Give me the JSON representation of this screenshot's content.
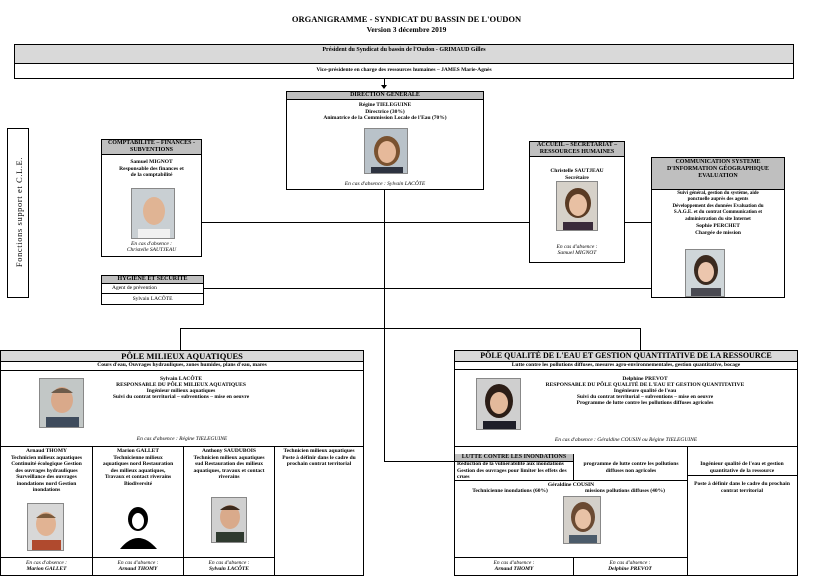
{
  "title": "ORGANIGRAMME -  SYNDICAT DU BASSIN DE L'OUDON",
  "version": "Version 3 décembre 2019",
  "president": "Président du Syndicat du bassin de l'Oudon - GRIMAUD Gilles",
  "vice_president": "Vice-présidente en charge des ressources humaines – JAMES Marie-Agnès",
  "side_label": "Fonctions support et C.L.E.",
  "direction": {
    "header": "DIRECTION GENERALE",
    "name": "Régine TIELEGUINE",
    "role1": "Directrice (30%)",
    "role2": "Animatrice de la Commission Locale de l'Eau (70%)",
    "absence": "En cas d'absence : Sylvain LACÔTE"
  },
  "compta": {
    "header": "COMPTABILITE – FINANCES - SUBVENTIONS",
    "name": "Samuel MIGNOT",
    "role": "Responsable des finances et de la comptabilité",
    "absence_label": "En cas d'absence :",
    "absence_name": "Christelle SAUTJEAU"
  },
  "accueil": {
    "header": "ACCUEIL – SECRETARIAT – RESSOURCES HUMAINES",
    "name": "Christelle SAUTJEAU",
    "role": "Secrétaire",
    "absence_label": "En cas d'absence :",
    "absence_name": "Samuel MIGNOT"
  },
  "communication": {
    "header": "COMMUNICATION SYSTEME D'INFORMATION GÉOGRAPHIQUE EVALUATION",
    "tasks": "Suivi général, gestion du système, aide ponctuelle auprès des agents Développement des données Evaluation du S.A.G.E. et du contrat Communication et administration du site Internet",
    "name": "Sophie PERCHET",
    "role": "Chargée de mission"
  },
  "hygiene": {
    "header": "HYGIENE ET SECURITE",
    "role": "Agent de prévention",
    "name": "Sylvain LACÔTE"
  },
  "pole_milieux": {
    "title": "PÔLE MILIEUX AQUATIQUES",
    "subtitle": "Cours d'eau, Ouvrages hydrauliques, zones humides, plans d'eau, mares",
    "name": "Sylvain LACÔTE",
    "role1": "RESPONSABLE DU PÔLE MILIEUX AQUATIQUES",
    "role2": "Ingénieur milieux aquatiques",
    "role3": "Suivi du contrat territorial – subventions – mise en oeuvre",
    "absence": "En cas d'absence : Régine TIELEGUINE",
    "staff": [
      {
        "name": "Arnaud THOMY",
        "desc": "Technicien milieux aquatiques Continuité écologique Gestion des ouvrages hydrauliques Surveillance des ouvrages inondations nord Gestion inondations",
        "absence_label": "En cas d'absence :",
        "absence_name": "Marion GALLET"
      },
      {
        "name": "Marion GALLET",
        "desc": "Technicienne milieux aquatiques nord Restauration des milieux aquatiques, Travaux et contact riverains Biodiversité",
        "absence_label": "En cas d'absence :",
        "absence_name": "Arnaud THOMY"
      },
      {
        "name": "Anthony SAUDUBOIS",
        "desc": "Technicien milieux aquatiques sud Restauration des milieux aquatiques, travaux et contact riverains",
        "absence_label": "En cas d'absence :",
        "absence_name": "Sylvain LACÔTE"
      },
      {
        "name": "Technicien milieux aquatiques",
        "desc": "Poste à définir dans le cadre du prochain contrat territorial",
        "absence_label": "",
        "absence_name": ""
      }
    ]
  },
  "pole_qualite": {
    "title": "PÔLE QUALITÉ DE L'EAU ET GESTION QUANTITATIVE DE LA RESSOURCE",
    "subtitle": "Lutte contre les pollutions diffuses, mesures agro-environnementales, gestion quantitative, bocage",
    "name": "Delphine PREVOT",
    "role1": "RESPONSABLE DU PÔLE QUALITÉ DE L'EAU ET GESTION QUANTITATIVE",
    "role2": "Ingénieure qualité de l'eau",
    "role3": "Suivi du contrat territorial – subventions – mise en oeuvre",
    "role4": "Programme de lutte contre les pollutions diffuses agricoles",
    "absence": "En cas d'absence : Géraldine COUSIN ou Régine TIELEGUINE",
    "inondations_header": "LUTTE CONTRE LES INONDATIONS",
    "inondations_text": "Réduction de la vulnérabilité aux inondations Gestion des ouvrages pour limiter les effets des crues",
    "programme_text": "programme de lutte contre les pollutions diffuses non agricoles",
    "cousin_name": "Géraldine COUSIN",
    "cousin_role1": "Technicienne inondations (60%)",
    "cousin_role2": "missions pollutions diffuses (40%)",
    "abs1_label": "En cas d'absence :",
    "abs1_name": "Arnaud THOMY",
    "abs2_label": "En cas d'absence :",
    "abs2_name": "Delphine PREVOT",
    "ingenieur_text": "Ingénieur qualité de l'eau et gestion quantitative de la ressource",
    "poste_text": "Poste à définir dans le cadre du prochain contrat territorial"
  }
}
